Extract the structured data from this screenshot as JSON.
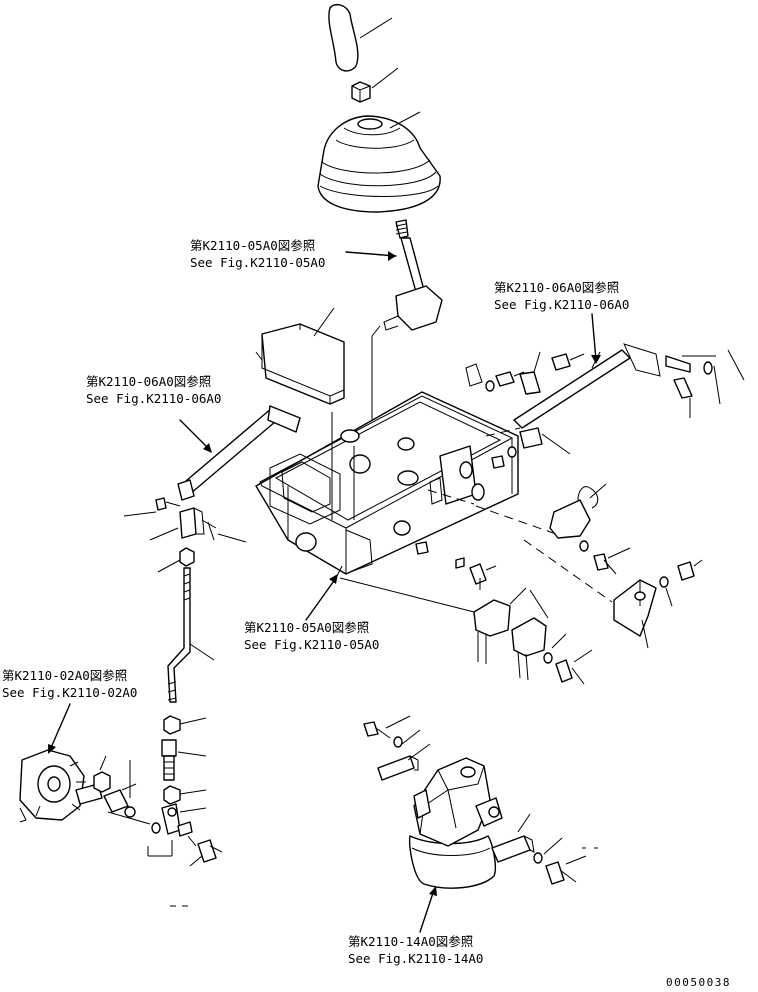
{
  "references": [
    {
      "id": "ref-k2110-05a0-top",
      "ja": "第K2110-05A0図参照",
      "en": "See Fig.K2110-05A0"
    },
    {
      "id": "ref-k2110-06a0-right",
      "ja": "第K2110-06A0図参照",
      "en": "See Fig.K2110-06A0"
    },
    {
      "id": "ref-k2110-06a0-left",
      "ja": "第K2110-06A0図参照",
      "en": "See Fig.K2110-06A0"
    },
    {
      "id": "ref-k2110-05a0-mid",
      "ja": "第K2110-05A0図参照",
      "en": "See Fig.K2110-05A0"
    },
    {
      "id": "ref-k2110-02a0",
      "ja": "第K2110-02A0図参照",
      "en": "See Fig.K2110-02A0"
    },
    {
      "id": "ref-k2110-14a0",
      "ja": "第K2110-14A0図参照",
      "en": "See Fig.K2110-14A0"
    }
  ],
  "figure_code": "00050038"
}
